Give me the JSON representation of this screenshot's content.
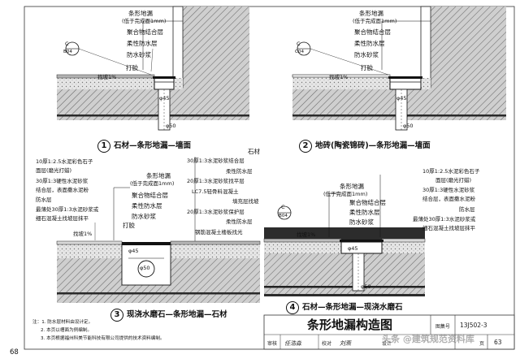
{
  "page_number": "68",
  "title_block": {
    "title": "条形地漏构造图",
    "atlas_label": "图集号",
    "atlas_number": "13J502-3",
    "page_label": "页",
    "page_value": "63",
    "row_labels": [
      "审核",
      "校对",
      "设计"
    ],
    "signatures": [
      "任浩淼",
      "刘燕"
    ]
  },
  "watermark": "头条 @建筑规范资料库",
  "notes": [
    "注：1. 防水层材料由设计定。",
    "2. 本页以槽面为例编制。",
    "3. 本页根据福州科美节能科技有限公司提供的技术资料编制。"
  ],
  "details": [
    {
      "caption_number": "1",
      "caption": "石材—条形地漏—墙面",
      "ref_top": "C",
      "ref_bottom": "B04",
      "slope": "找坡1%",
      "dim_inner": "45",
      "dim_outlet": "50",
      "layers": [
        "条形地漏",
        "(低于完成面1mm)",
        "聚合物结合层",
        "柔性防水层",
        "防水砂浆",
        "打胶"
      ]
    },
    {
      "caption_number": "2",
      "caption": "地砖(陶瓷锦砖)—条形地漏—墙面",
      "ref_top": "C",
      "ref_bottom": "C04",
      "slope": "找坡1%",
      "dim_inner": "45",
      "dim_outlet": "50",
      "layers": [
        "条形地漏",
        "(低于完成面1mm)",
        "聚合物结合层",
        "柔性防水层",
        "防水砂浆",
        "打胶"
      ]
    },
    {
      "caption_number": "3",
      "caption": "现浇水磨石—条形地漏—石材",
      "slope": "找坡1%",
      "dim_inner": "45",
      "dim_outlet": "50",
      "drain_layers": [
        "条形地漏",
        "(低于完成面1mm)",
        "聚合物结合层",
        "柔性防水层",
        "防水砂浆",
        "打胶"
      ],
      "left_spec": [
        "10厚1:2.5水泥彩色石子",
        "面层(磨光打蜡)",
        "30厚1:3硬性水泥砂浆",
        "结合层，表面撒水泥粉",
        "防水层",
        "最薄处30厚1:3水泥砂浆或",
        "细石混凝土找坡层抹平",
        "找坡1%"
      ],
      "right_spec": [
        "石材",
        "30厚1:3水泥砂浆结合层",
        "柔性防水层",
        "20厚1:3水泥砂浆找平层",
        "LC7.5轻骨料混凝土",
        "填充层找坡",
        "20厚1:3水泥砂浆保护层",
        "柔性防水层",
        "钢筋混凝土楼板找光"
      ]
    },
    {
      "caption_number": "4",
      "caption": "石材—条形地漏—现浇水磨石",
      "ref_top": "C",
      "ref_bottom": "B04",
      "slope": "找坡1%",
      "dim_inner": "45",
      "dim_outlet": "50",
      "drain_layers": [
        "条形地漏",
        "(低于完成面1mm)",
        "聚合物结合层",
        "柔性防水层",
        "防水砂浆"
      ],
      "right_spec": [
        "10厚1:2.5水泥彩色石子",
        "面层(磨光打蜡)",
        "30厚1:3硬性水泥砂浆",
        "结合层，表面撒水泥粉",
        "防水层",
        "最薄处30厚1:3水泥砂浆或",
        "细石混凝土找坡层抹平",
        "找坡1%"
      ]
    }
  ]
}
